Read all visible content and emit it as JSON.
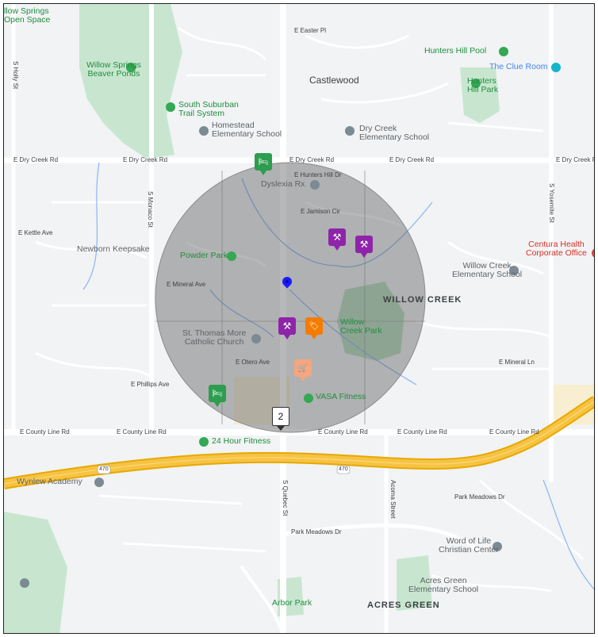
{
  "map": {
    "neighborhoods": {
      "castlewood": "Castlewood",
      "willow_creek": "WILLOW CREEK",
      "acres_green": "ACRES GREEN"
    },
    "pois": {
      "willow_springs": "Willow Springs\nBeaver Ponds",
      "trail_system": "South Suburban\nTrail System",
      "homestead": "Homestead\nElementary School",
      "dry_creek_school": "Dry Creek\nElementary School",
      "hunters_hill": "Hunters Hill Pool",
      "hunters_hill_park": "Hunters\nHill Park",
      "clue_room": "The Clue Room",
      "dyslexia": "Dyslexia Rx",
      "newborn": "Newborn Keepsake",
      "powder_park": "Powder Park",
      "willow_creek_school": "Willow Creek\nElementary School",
      "centura": "Centura Health\nCorporate Office",
      "st_thomas": "St. Thomas More\nCatholic Church",
      "willow_creek_park": "Willow\nCreek Park",
      "vasa": "VASA Fitness",
      "fitness24": "24 Hour Fitness",
      "academy": "Wynlew Academy",
      "word_of_life": "Word of Life\nChristian Center",
      "acres_green_school": "Acres Green\nElementary School",
      "arapahoe_park": "Arbor Park",
      "open_space": "llow Springs\nOpen Space"
    },
    "roads": {
      "dry_creek_w": "E Dry Creek Rd",
      "dry_creek_mid": "E Dry Creek Rd",
      "dry_creek_c": "E Dry Creek Rd",
      "dry_creek_e": "E Dry Creek Rd",
      "dry_creek_far": "E Dry Creek Rd",
      "county_line_w": "E County Line Rd",
      "county_line_mid": "E County Line Rd",
      "county_line_c": "E County Line Rd",
      "county_line_e": "E County Line Rd",
      "county_line_far": "E County Line Rd",
      "easter_pl": "E Easter Pl",
      "kettle_ave": "E Kettle Ave",
      "mineral_ave": "E Mineral Ave",
      "mineral_ln": "E Mineral Ln",
      "otero_ave": "E Otero Ave",
      "phillips_ave": "E Phillips Ave",
      "park_meadows": "Park Meadows Dr",
      "park_meadows_e": "Park Meadows Dr",
      "jamison_cir": "E Jamison Cir",
      "quebec_st": "S Quebec St",
      "monaco_st": "S Monaco St",
      "holly_st": "S Holly St",
      "yosemite_st": "S Yosemite St",
      "acoma_st": "Acoma Street",
      "hunters_hill_dr": "E Hunters Hill Dr"
    },
    "count_badge": "2",
    "highway_shield": "470"
  },
  "markers": [
    {
      "type": "purple",
      "icon": "hammer-icon",
      "glyph": "⚒"
    },
    {
      "type": "purple",
      "icon": "hammer-icon",
      "glyph": "⚒"
    },
    {
      "type": "purple",
      "icon": "hammer-icon",
      "glyph": "⚒"
    },
    {
      "type": "green",
      "icon": "bed-icon",
      "glyph": "🛏"
    },
    {
      "type": "green",
      "icon": "bed-icon",
      "glyph": "🛏"
    },
    {
      "type": "orange",
      "icon": "tag-icon",
      "glyph": "🏷"
    },
    {
      "type": "peach",
      "icon": "cart-icon",
      "glyph": "🛒"
    }
  ],
  "colors": {
    "radius_fill": "#555555",
    "park": "#bfe0c6",
    "highway": "#f6c344",
    "pin": "#1a1aff"
  }
}
